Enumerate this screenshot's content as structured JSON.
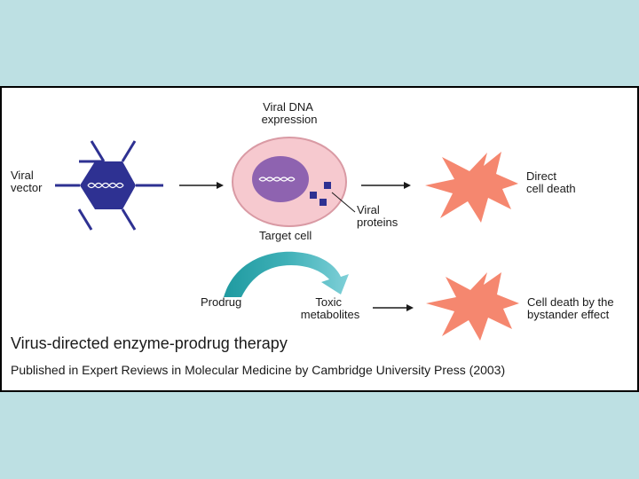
{
  "diagram": {
    "labels": {
      "viral_vector": [
        "Viral",
        "vector"
      ],
      "viral_dna_expression": [
        "Viral DNA",
        "expression"
      ],
      "target_cell": "Target cell",
      "viral_proteins": [
        "Viral",
        "proteins"
      ],
      "direct_cell_death": [
        "Direct",
        "cell death"
      ],
      "prodrug": "Prodrug",
      "toxic_metabolites": [
        "Toxic",
        "metabolites"
      ],
      "bystander_death": [
        "Cell death by the",
        "bystander effect"
      ]
    },
    "title": "Virus-directed enzyme-prodrug therapy",
    "caption": "Published in Expert Reviews in Molecular Medicine by Cambridge University Press (2003)"
  },
  "colors": {
    "background": "#bde0e3",
    "vector_hexagon": "#2e3192",
    "cell_membrane": "#f6c9cf",
    "cell_border": "#d99aa4",
    "nucleus": "#8e63b0",
    "viral_protein": "#2e3192",
    "death_burst": "#f5876f",
    "prodrug_arrow_dark": "#1f9aa0",
    "prodrug_arrow_light": "#6cc6cf"
  }
}
